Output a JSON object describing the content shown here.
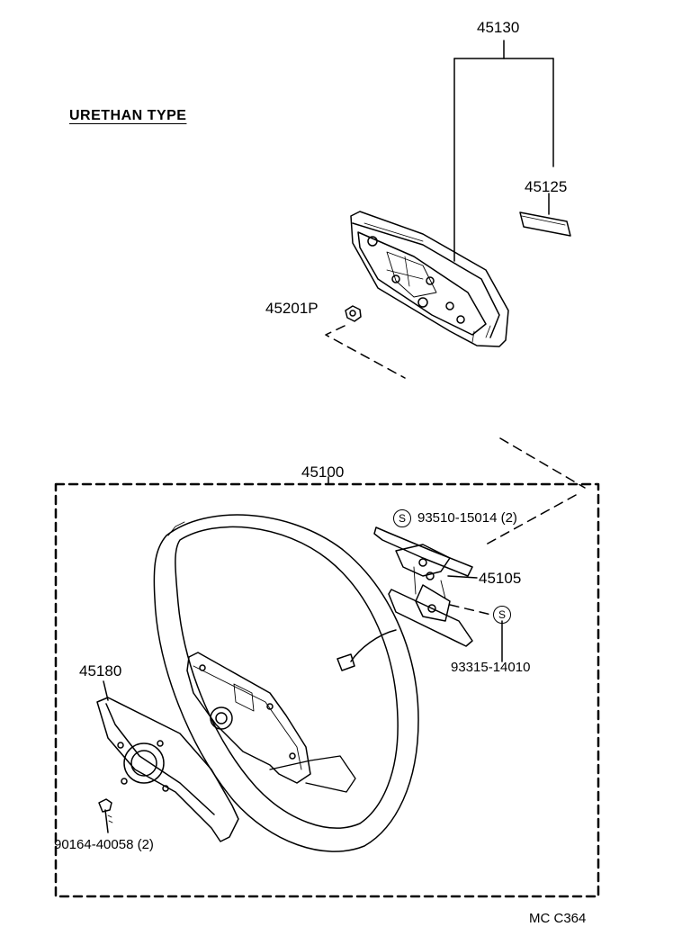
{
  "title": "URETHAN TYPE",
  "diagram_code": "MC C364",
  "parts": {
    "p45130": "45130",
    "p45125": "45125",
    "p45201P": "45201P",
    "p45100": "45100",
    "p93510": "93510-15014 (2)",
    "p45105": "45105",
    "p93315": "93315-14010",
    "p45180": "45180",
    "p90164": "90164-40058 (2)"
  },
  "symbols": {
    "standard_part": "S"
  },
  "colors": {
    "line": "#000000",
    "background": "#ffffff"
  }
}
